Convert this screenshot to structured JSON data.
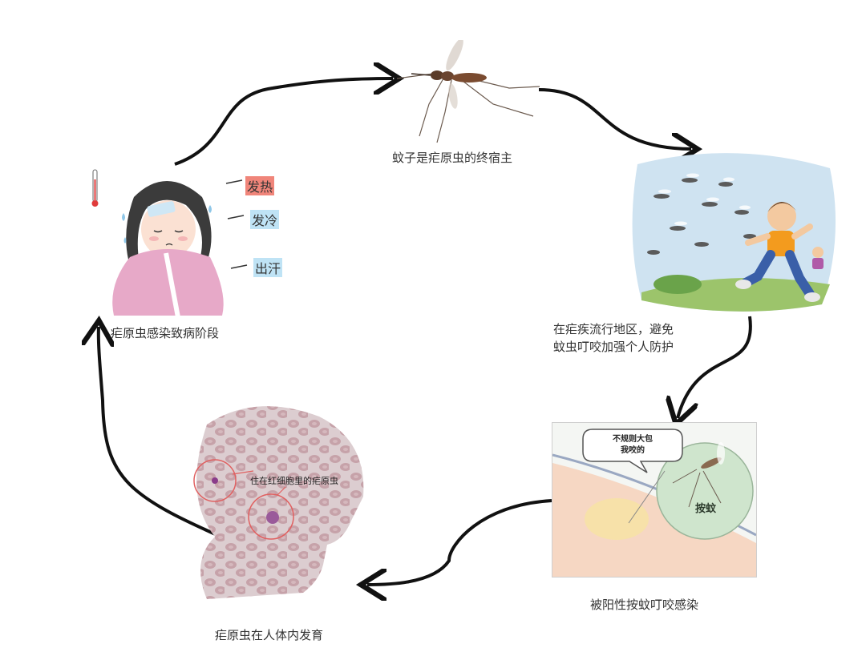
{
  "captions": {
    "mosquito_host": "蚊子是疟原虫的终宿主",
    "protection_line1": "在疟疾流行地区，避免",
    "protection_line2": "蚊虫叮咬加强个人防护",
    "bitten": "被阳性按蚊叮咬感染",
    "development": "疟原虫在人体内发育",
    "symptom_stage": "疟原虫感染致病阶段"
  },
  "symptoms": [
    "发热",
    "发冷",
    "出汗"
  ],
  "speech_bubble": {
    "line1": "不规则大包",
    "line2": "我咬的"
  },
  "zoom_label": "按蚊",
  "cell_annotation": "住在红细胞里的疟原虫",
  "colors": {
    "arrow": "#111111",
    "fever_highlight": "#f0857a",
    "chill_highlight": "#9fd3ee",
    "sweat_highlight": "#a8d8f0",
    "blood_cell": "#c8a7ae",
    "blanket": "#e7a9c8"
  }
}
